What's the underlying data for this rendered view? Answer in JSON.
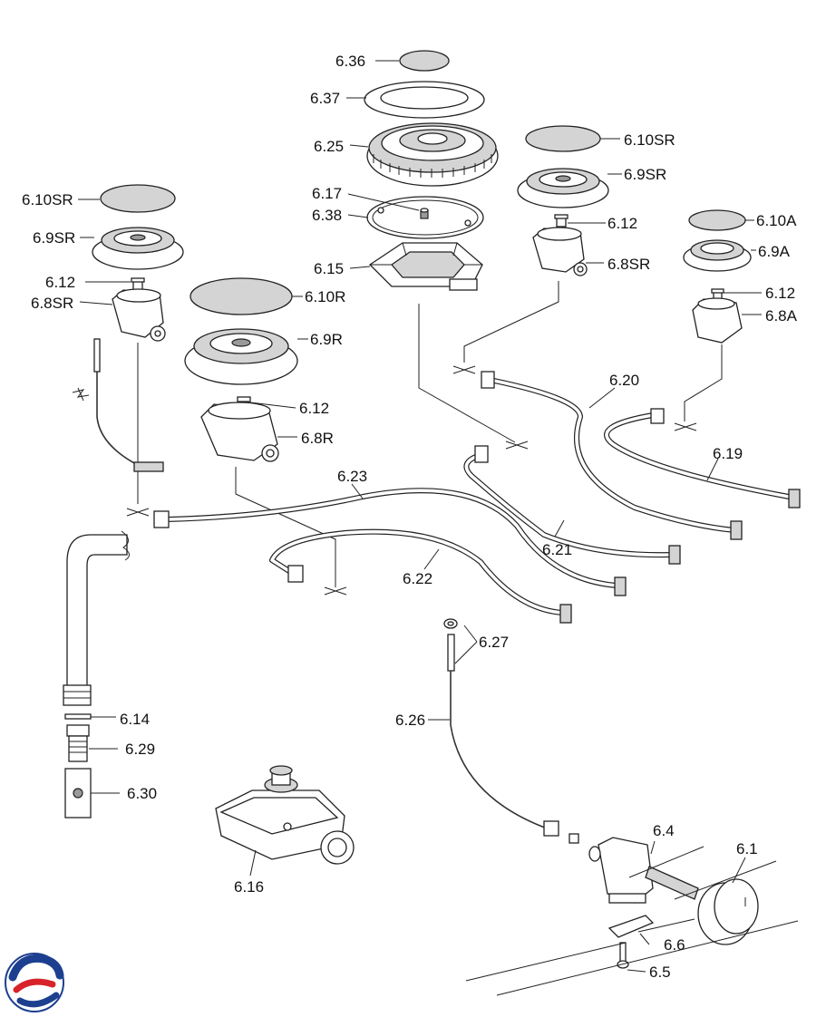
{
  "labels": {
    "p6_36": "6.36",
    "p6_37": "6.37",
    "p6_25": "6.25",
    "p6_17": "6.17",
    "p6_38": "6.38",
    "p6_15": "6.15",
    "p6_10SR_right": "6.10SR",
    "p6_9SR_right": "6.9SR",
    "p6_12_right": "6.12",
    "p6_8SR_right": "6.8SR",
    "p6_10SR_left": "6.10SR",
    "p6_9SR_left": "6.9SR",
    "p6_12_left": "6.12",
    "p6_8SR_left": "6.8SR",
    "p6_10R": "6.10R",
    "p6_9R": "6.9R",
    "p6_12_mid": "6.12",
    "p6_8R": "6.8R",
    "p6_10A": "6.10A",
    "p6_9A": "6.9A",
    "p6_12_a": "6.12",
    "p6_8A": "6.8A",
    "p6_20": "6.20",
    "p6_19": "6.19",
    "p6_23": "6.23",
    "p6_21": "6.21",
    "p6_22": "6.22",
    "p6_27": "6.27",
    "p6_26": "6.26",
    "p6_14": "6.14",
    "p6_29": "6.29",
    "p6_30": "6.30",
    "p6_16": "6.16",
    "p6_4": "6.4",
    "p6_1": "6.1",
    "p6_6": "6.6",
    "p6_5": "6.5"
  },
  "colors": {
    "line": "#222222",
    "logo_blue": "#1d3f8f",
    "logo_red": "#d8232a"
  },
  "icons": {
    "logo": "brand-swirl-logo"
  }
}
